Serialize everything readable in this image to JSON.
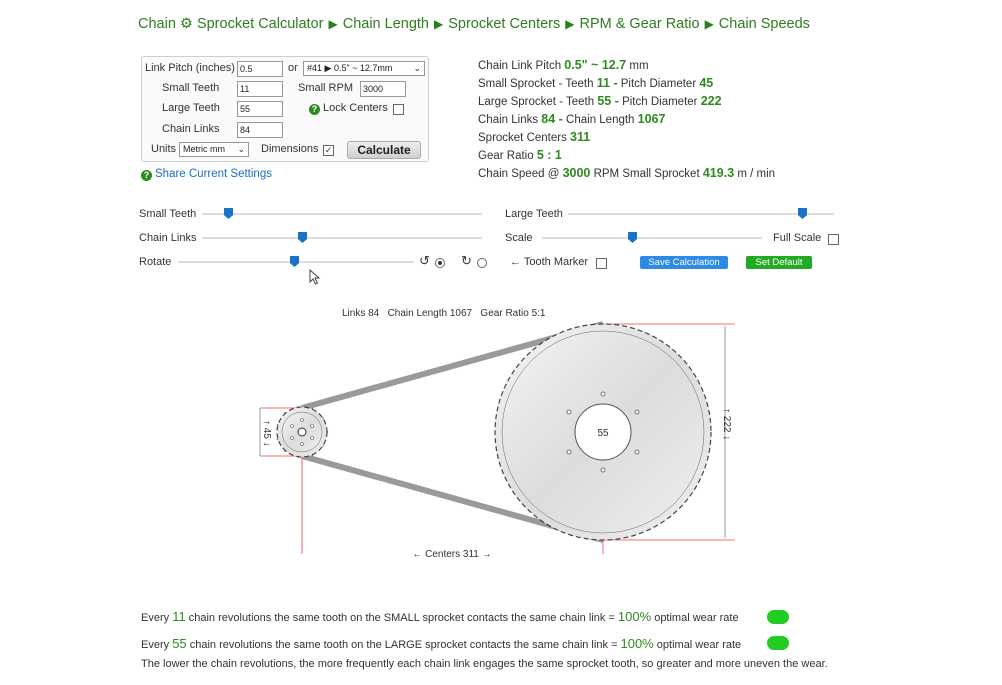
{
  "breadcrumb": [
    "Chain ⚙ Sprocket Calculator",
    "Chain Length",
    "Sprocket Centers",
    "RPM & Gear Ratio",
    "Chain Speeds"
  ],
  "form": {
    "link_pitch_label": "Link Pitch (inches)",
    "link_pitch_value": "0.5",
    "or_label": "or",
    "pitch_select": "#41 ▶ 0.5\" ~ 12.7mm",
    "small_teeth_label": "Small Teeth",
    "small_teeth_value": "11",
    "small_rpm_label": "Small RPM",
    "small_rpm_value": "3000",
    "large_teeth_label": "Large Teeth",
    "large_teeth_value": "55",
    "lock_centers_label": "Lock Centers",
    "chain_links_label": "Chain Links",
    "chain_links_value": "84",
    "units_label": "Units",
    "units_select": "Metric mm",
    "dimensions_label": "Dimensions",
    "calculate_label": "Calculate"
  },
  "share_label": "Share Current Settings",
  "results": {
    "r1a": "Chain Link Pitch ",
    "r1b": "0.5\" ~ 12.7",
    "r1c": " mm",
    "r2a": "Small Sprocket - Teeth ",
    "r2b": "11 -",
    "r2c": " Pitch Diameter ",
    "r2d": "45",
    "r3a": "Large Sprocket - Teeth ",
    "r3b": "55 -",
    "r3c": " Pitch Diameter ",
    "r3d": "222",
    "r4a": "Chain Links ",
    "r4b": "84 -",
    "r4c": " Chain Length ",
    "r4d": "1067",
    "r5a": "Sprocket Centers ",
    "r5b": "311",
    "r6a": "Gear Ratio ",
    "r6b": "5 : 1",
    "r7a": "Chain Speed @ ",
    "r7b": "3000",
    "r7c": " RPM Small Sprocket ",
    "r7d": "419.3",
    "r7e": " m / min"
  },
  "sliders": {
    "small_teeth": "Small Teeth",
    "large_teeth": "Large Teeth",
    "chain_links": "Chain Links",
    "scale": "Scale",
    "full_scale": "Full Scale",
    "rotate": "Rotate",
    "tooth_marker": "← Tooth Marker",
    "rot_ccw": "↺",
    "rot_cw": "↻",
    "small_teeth_level": 0.11,
    "large_teeth_level": 0.87,
    "chain_links_level": 0.34,
    "scale_level": 0.33,
    "rotate_level": 0.49
  },
  "buttons": {
    "save": "Save Calculation",
    "default": "Set Default"
  },
  "diagram": {
    "header": "Links 84   Chain Length 1067   Gear Ratio 5:1",
    "small_dim": "↑ 45 ↓",
    "large_dim": "↑ 222 ↓",
    "large_center": "55",
    "centers": "← Centers 311 →"
  },
  "wear": {
    "l1a": "Every ",
    "l1b": "11",
    "l1c": " chain revolutions the same tooth on the SMALL sprocket contacts the same chain link = ",
    "l1d": "100%",
    "l1e": " optimal wear rate",
    "l2a": "Every ",
    "l2b": "55",
    "l2c": " chain revolutions the same tooth on the LARGE sprocket contacts the same chain link = ",
    "l2d": "100%",
    "l2e": " optimal wear rate",
    "note": "The lower the chain revolutions, the more frequently each chain link engages the same sprocket tooth, so greater and more uneven the wear."
  },
  "colors": {
    "accent": "#2e8b1f",
    "link": "#1a6fbf",
    "slider": "#1a73c8",
    "ok": "#22cc22"
  }
}
